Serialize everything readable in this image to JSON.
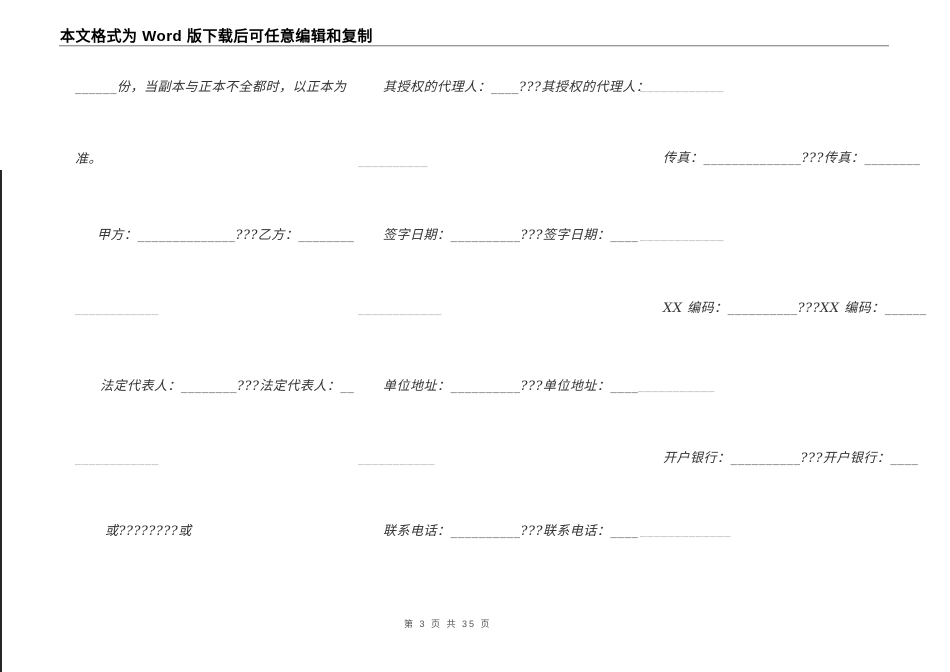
{
  "header": {
    "notice": "本文格式为 Word 版下载后可任意编辑和复制"
  },
  "cells": [
    {
      "row": 1,
      "col": 1,
      "text": "______份，当副本与正本不全都时，以正本为"
    },
    {
      "row": 1,
      "col": 2,
      "text": "其授权的代理人：____???其授权的代理人："
    },
    {
      "row": 1,
      "col": 3,
      "text": "____________"
    },
    {
      "row": 2,
      "col": 1,
      "text": "准。"
    },
    {
      "row": 2,
      "col": 2,
      "text": "__________"
    },
    {
      "row": 2,
      "col": 3,
      "text": "传真：______________???传真：________"
    },
    {
      "row": 3,
      "col": 1,
      "text": "甲方：______________???乙方：________"
    },
    {
      "row": 3,
      "col": 2,
      "text": "签字日期：__________???签字日期：____"
    },
    {
      "row": 3,
      "col": 3,
      "text": "____________"
    },
    {
      "row": 4,
      "col": 1,
      "text": "____________"
    },
    {
      "row": 4,
      "col": 2,
      "text": "____________"
    },
    {
      "row": 4,
      "col": 3,
      "text": "XX 编码：__________???XX 编码：______"
    },
    {
      "row": 5,
      "col": 1,
      "text": "法定代表人：________???法定代表人：__"
    },
    {
      "row": 5,
      "col": 2,
      "text": "单位地址：__________???单位地址：____"
    },
    {
      "row": 5,
      "col": 3,
      "text": "___________"
    },
    {
      "row": 6,
      "col": 1,
      "text": "____________"
    },
    {
      "row": 6,
      "col": 2,
      "text": "___________"
    },
    {
      "row": 6,
      "col": 3,
      "text": "开户银行：__________???开户银行：____"
    },
    {
      "row": 7,
      "col": 1,
      "text": "或????????或"
    },
    {
      "row": 7,
      "col": 2,
      "text": "联系电话：__________???联系电话：____"
    },
    {
      "row": 7,
      "col": 3,
      "text": "_____________"
    }
  ],
  "footer": {
    "page_info": "第 3 页 共 35 页"
  },
  "colors": {
    "text": "#333333",
    "blank_line": "#9a9a9a",
    "header_rule": "#9a9a9a"
  }
}
